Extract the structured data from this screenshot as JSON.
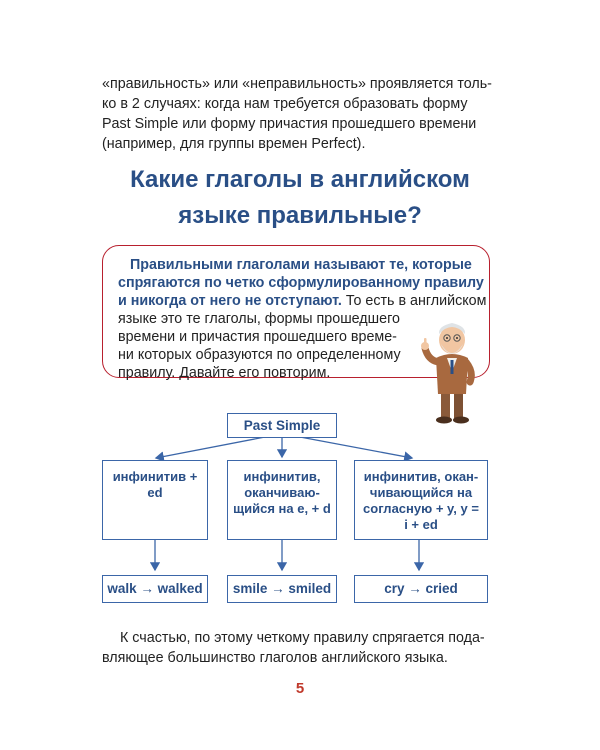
{
  "intro": {
    "lines": [
      "«правильность» или «неправильность» проявляется толь-",
      "ко в 2 случаях: когда нам требуется образовать форму",
      "Past Simple или форму причастия прошедшего времени",
      "(например, для группы времен Perfect)."
    ]
  },
  "heading": {
    "lines": [
      "Какие глаголы в английском",
      "языке правильные?"
    ]
  },
  "callout": {
    "lines": [
      "Правильными глаголами называют те, которые",
      "спрягаются по четко сформулированному правилу",
      "и никогда от него не отступают.",
      "То есть в английском",
      "языке это те глаголы, формы прошедшего",
      "времени и причастия прошедшего време-",
      "ни которых образуются по определенному",
      "правилу. Давайте его повторим."
    ]
  },
  "diagram": {
    "root": "Past Simple",
    "rules": [
      {
        "lines": [
          "инфинитив +",
          "ed"
        ]
      },
      {
        "lines": [
          "инфинитив,",
          "оканчиваю-",
          "щийся на е, + d"
        ]
      },
      {
        "lines": [
          "инфинитив, окан-",
          "чивающийся на",
          "согласную + у, у =",
          "i + ed"
        ]
      }
    ],
    "examples": [
      "walk → walked",
      "smile → smiled",
      "cry → cried"
    ]
  },
  "outro": {
    "lines": [
      "К счастью, по этому четкому правилу спрягается пода-",
      "вляющее большинство глаголов английского языка."
    ]
  },
  "page_number": "5",
  "colors": {
    "accent_blue": "#2a4f86",
    "box_border": "#3b66a8",
    "callout_border": "#b8202e",
    "page_number": "#c0392b"
  }
}
